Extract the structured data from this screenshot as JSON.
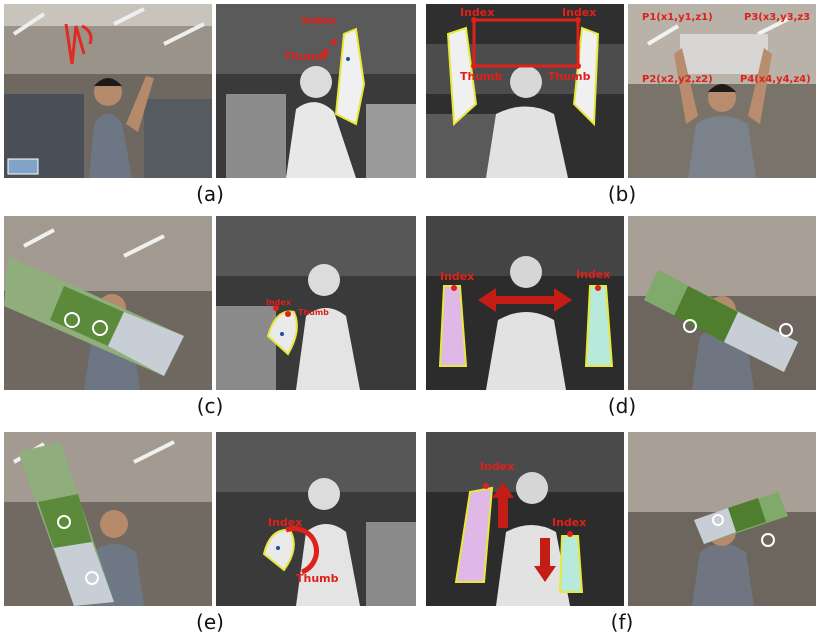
{
  "captions": [
    "(a)",
    "(b)",
    "(c)",
    "(d)",
    "(e)",
    "(f)"
  ],
  "annotations": {
    "a_index": "Index",
    "a_thumb": "Thumb",
    "b_index_left": "Index",
    "b_index_right": "Index",
    "b_thumb_left": "Thumb",
    "b_thumb_right": "Thumb",
    "b_p1": "P1(x1,y1,z1)",
    "b_p2": "P2(x2,y2,z2)",
    "b_p3": "P3(x3,y3,z3",
    "b_p4": "P4(x4,y4,z4)",
    "c_index": "Index",
    "c_thumb": "Thumb",
    "d_index_left": "Index",
    "d_index_right": "Index",
    "e_index": "Index",
    "e_thumb": "Thumb",
    "f_index_left": "Index",
    "f_index_right": "Index"
  },
  "colors": {
    "annotation_red": "#e0201a",
    "hand_outline": "#e8e83a",
    "depth_background": "#2a2a2a"
  }
}
